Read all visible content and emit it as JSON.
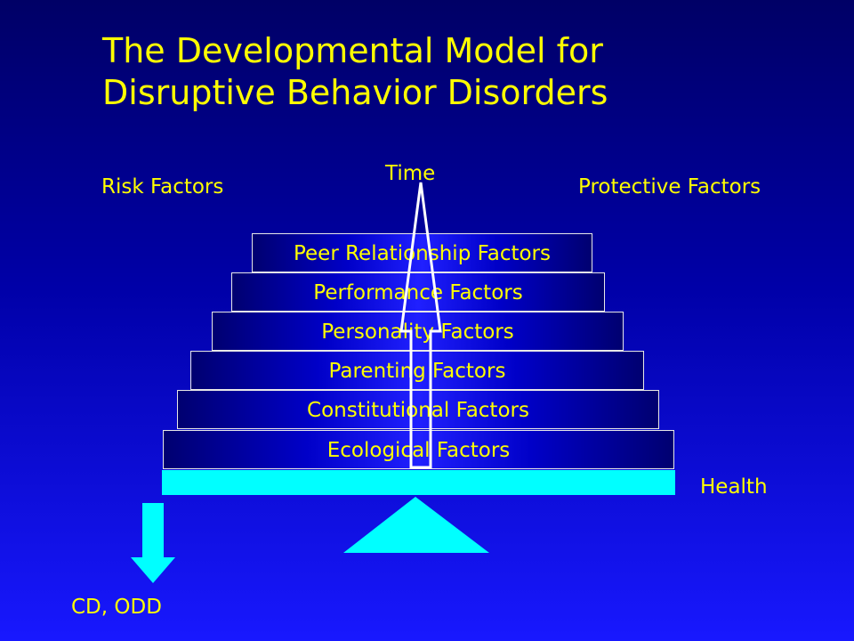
{
  "title": {
    "line1": "The Developmental Model for",
    "line2": "Disruptive Behavior Disorders"
  },
  "labels": {
    "time": "Time",
    "risk": "Risk Factors",
    "protective": "Protective Factors",
    "health": "Health",
    "outcome": "CD, ODD"
  },
  "layers": [
    "Peer Relationship Factors",
    "Performance Factors",
    "Personality Factors",
    "Parenting Factors",
    "Constitutional Factors",
    "Ecological Factors"
  ],
  "colors": {
    "text": "#ffff00",
    "beam": "#00ffff",
    "arrow_outline": "#ffffff"
  }
}
